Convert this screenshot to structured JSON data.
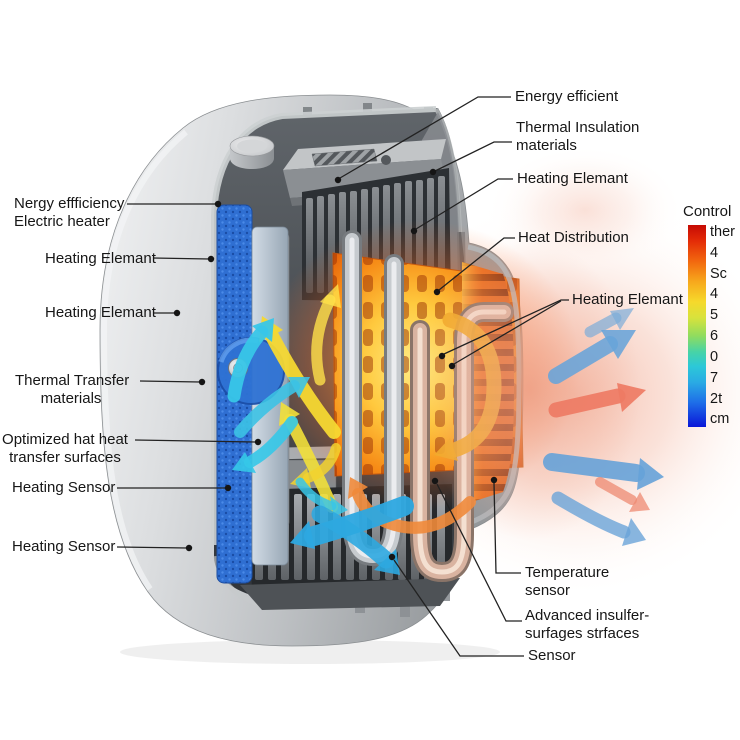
{
  "labels_left": [
    {
      "lines": [
        "Nergy effficiency",
        "Electric heater"
      ]
    },
    {
      "lines": [
        "Heating Elemant"
      ]
    },
    {
      "lines": [
        "Heating Elemant"
      ]
    },
    {
      "lines": [
        "Thermal Transfer",
        "materials"
      ]
    },
    {
      "lines": [
        "Optimized hat heat",
        "transfer surfaces"
      ]
    },
    {
      "lines": [
        "Heating Sensor"
      ]
    },
    {
      "lines": [
        "Heating Sensor"
      ]
    }
  ],
  "labels_right": [
    {
      "lines": [
        "Energy efficient"
      ]
    },
    {
      "lines": [
        "Thermal Insulation",
        "materials"
      ]
    },
    {
      "lines": [
        "Heating Elemant"
      ]
    },
    {
      "lines": [
        "Heat Distribution"
      ]
    },
    {
      "lines": [
        "Heating Elemant"
      ]
    },
    {
      "lines": [
        "Temperature",
        "sensor"
      ]
    },
    {
      "lines": [
        "Advanced insulfer-",
        "surfages strfaces"
      ]
    },
    {
      "lines": [
        "Sensor"
      ]
    }
  ],
  "colorbar": {
    "title": "Control",
    "ticks": [
      "ther",
      "4",
      "Sc",
      "4",
      "5",
      "6",
      "0",
      "7",
      "2t",
      "cm"
    ],
    "colors": [
      "#c60b04",
      "#f2680f",
      "#f6d92b",
      "#8fdc5f",
      "#2cc8d8",
      "#1e6de8",
      "#0a16d8"
    ]
  },
  "palette": {
    "hot_glow": "#ff8f2e",
    "mesh_core": "#ffe76e",
    "cool_air": "#38c6e8",
    "warm_air": "#f6d832",
    "output_warm": "#ee7b64",
    "output_cool": "#68a4da",
    "haze": "#f4b9a4",
    "panel_blue": "#2e72d4",
    "shell_gray": "#c4c7ca"
  }
}
